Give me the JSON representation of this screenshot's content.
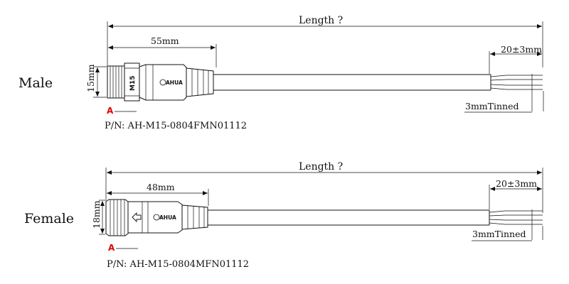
{
  "diagrams": [
    {
      "id": "male",
      "label": "Male",
      "length_label": "Length ?",
      "connector_length_label": "55mm",
      "diameter_label": "15mm",
      "strip_label": "20±3mm",
      "tinned_label": "3mmTinned",
      "thread_label": "M15",
      "brand": "AHUA",
      "section_marker": "A",
      "part_number": "P/N: AH-M15-0804FMN01112"
    },
    {
      "id": "female",
      "label": "Female",
      "length_label": "Length ?",
      "connector_length_label": "48mm",
      "diameter_label": "18mm",
      "strip_label": "20±3mm",
      "tinned_label": "3mmTinned",
      "brand": "AHUA",
      "section_marker": "A",
      "part_number": "P/N: AH-M15-0804MFN01112"
    }
  ],
  "colors": {
    "ink": "#111111",
    "marker": "#e00000"
  }
}
